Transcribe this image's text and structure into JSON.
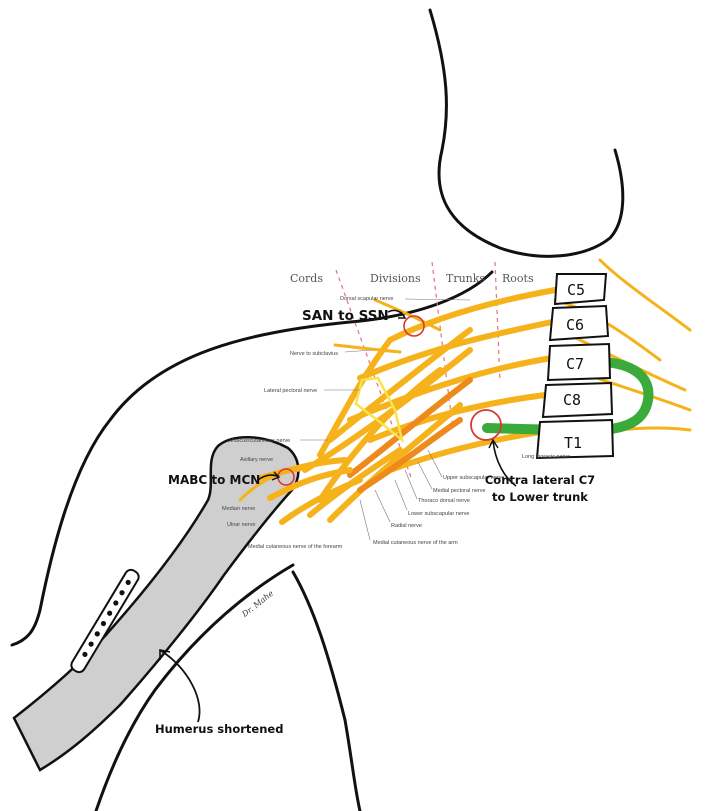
{
  "columns": {
    "cords": "Cords",
    "divisions": "Divisions",
    "trunks": "Trunks",
    "roots": "Roots"
  },
  "vertebrae": [
    "C5",
    "C6",
    "C7",
    "C8",
    "T1"
  ],
  "nerve_labels": {
    "dorsal_scapular": "Dorsal scapular nerve",
    "nerve_to_subclavius": "Nerve to subclavius",
    "lateral_pectoral": "Lateral pectoral nerve",
    "musculocutaneous": "Musculocutaneous nerve",
    "axillary": "Axillary nerve",
    "median": "Median nerve",
    "ulnar": "Ulnar nerve",
    "medial_cutaneous_forearm": "Medial cutaneous nerve of the forearm",
    "medial_cutaneous_arm": "Medial cutaneous nerve of the arm",
    "radial": "Radial nerve",
    "lower_subscapular": "Lower subscapular nerve",
    "thoracodorsal": "Thoraco dorsal nerve",
    "medial_pectoral": "Medial pectoral nerve",
    "upper_subscapular": "Upper subscapular nerve",
    "long_thoracic": "Long thoracic nerve"
  },
  "annotations": {
    "san_to_ssn": "SAN to SSN",
    "mabc_to_mcn": "MABC to MCN",
    "contra_c7_line1": "Contra lateral C7",
    "contra_c7_line2": "to Lower trunk",
    "humerus": "Humerus shortened"
  },
  "signature": "Dr. Mahe",
  "colors": {
    "nerve": "#f5b21a",
    "nerve_dark": "#ee8a1c",
    "graft": "#3aaa3a",
    "marker_circle": "#d63a32",
    "humerus": "#cfcfcf"
  }
}
